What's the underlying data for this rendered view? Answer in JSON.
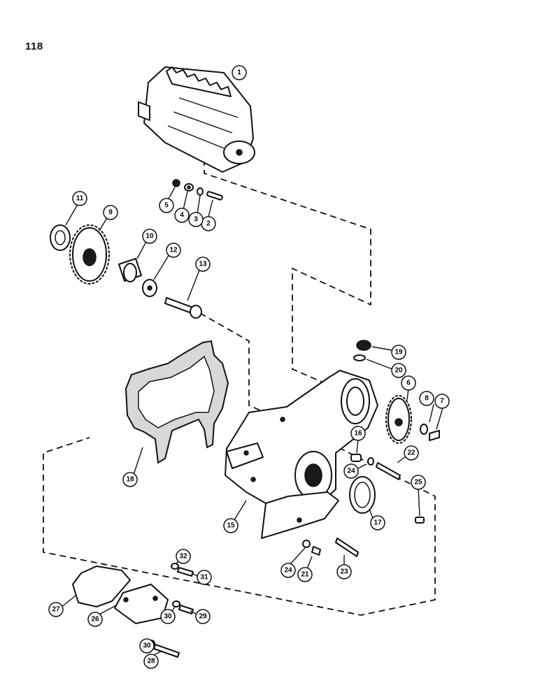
{
  "page_number": "118",
  "callouts": [
    "1",
    "2",
    "3",
    "4",
    "5",
    "6",
    "7",
    "8",
    "9",
    "10",
    "11",
    "12",
    "13",
    "15",
    "16",
    "17",
    "18",
    "19",
    "20",
    "21",
    "22",
    "23",
    "24",
    "24",
    "25",
    "26",
    "27",
    "28",
    "29",
    "30",
    "30",
    "31",
    "32"
  ]
}
